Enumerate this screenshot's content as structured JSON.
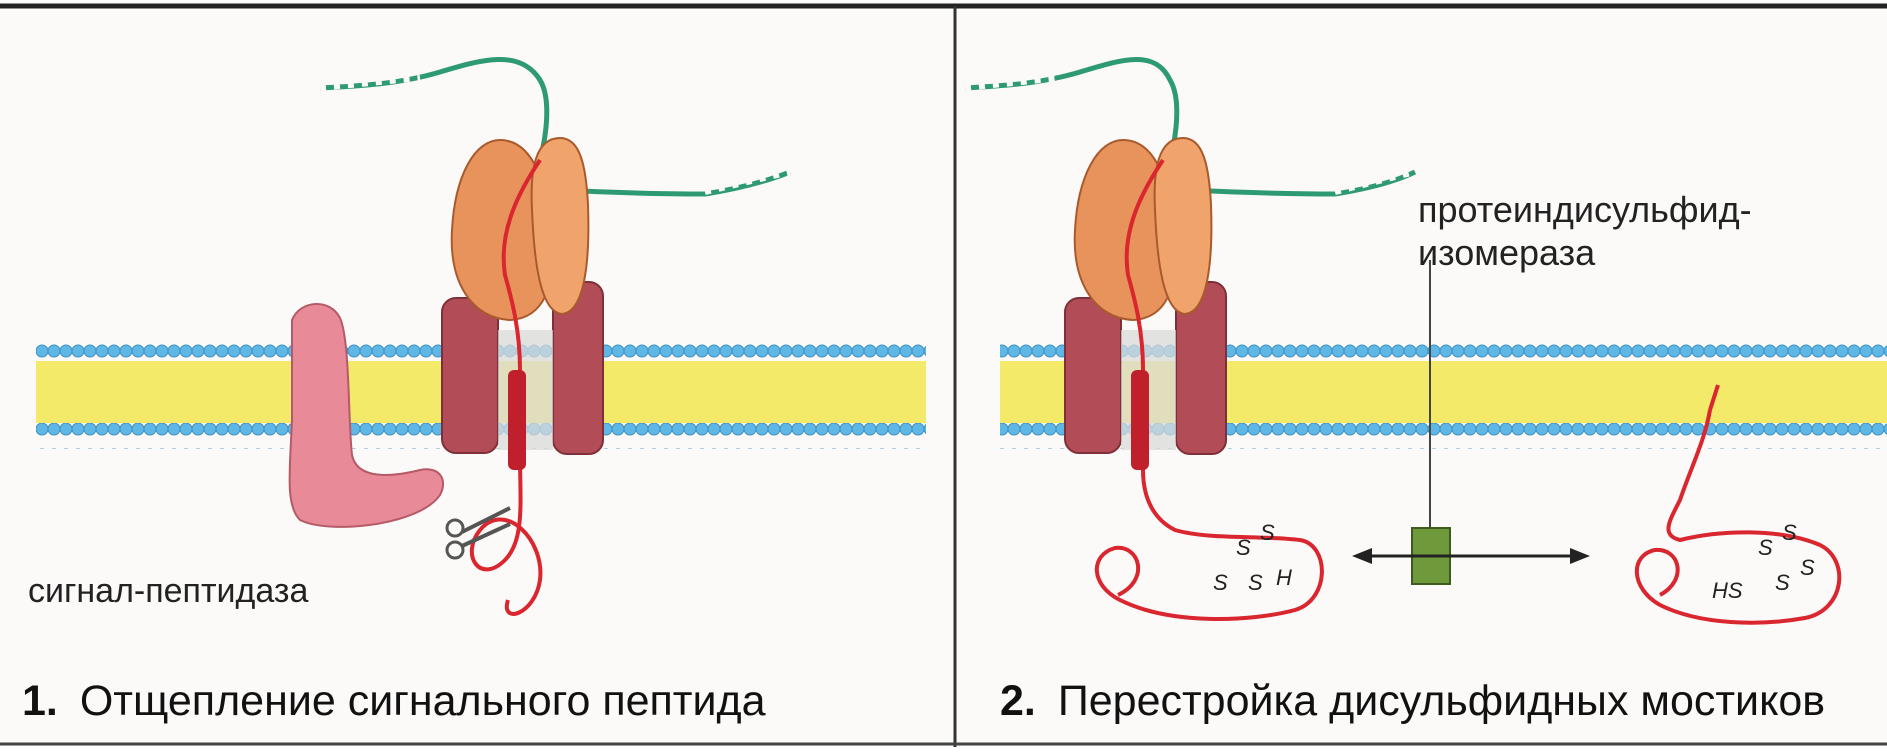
{
  "panels": [
    {
      "number": "1.",
      "caption": "Отщепление сигнального пептида",
      "label": "сигнал-пептидаза"
    },
    {
      "number": "2.",
      "caption": "Перестройка дисульфидных мостиков",
      "label_line1": "протеиндисульфид-",
      "label_line2": "изомераза",
      "bond_labels_left": [
        "S",
        "S",
        "S",
        "S",
        "H"
      ],
      "bond_labels_right": [
        "S",
        "S",
        "S",
        "S",
        "HS"
      ]
    }
  ],
  "colors": {
    "membrane_blue": "#5fb7e6",
    "membrane_yellow": "#f4ea6a",
    "ribosome": "#e9935c",
    "channel": "#b24d57",
    "peptidase": "#e98a98",
    "polypeptide": "#d9262f",
    "mrna": "#2e9a73",
    "isomerase": "#6f9a3b"
  },
  "icons": [
    "scissors-icon",
    "double-arrow-icon"
  ]
}
